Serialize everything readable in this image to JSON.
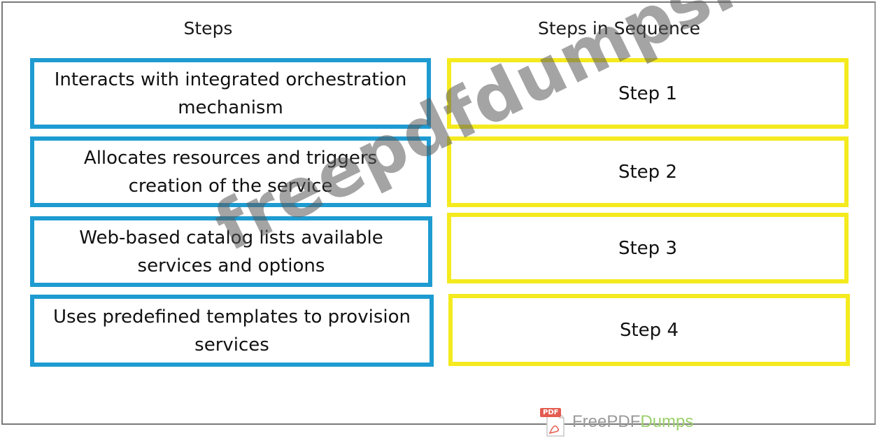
{
  "headings": {
    "steps": "Steps",
    "sequence": "Steps in Sequence"
  },
  "steps": [
    {
      "line1": "Interacts with integrated orchestration",
      "line2": "mechanism"
    },
    {
      "line1": "Allocates resources and triggers",
      "line2": "creation of the service"
    },
    {
      "line1": "Web-based catalog lists available",
      "line2": "services and options"
    },
    {
      "line1": "Uses predefined templates to provision",
      "line2": "services"
    }
  ],
  "sequence": [
    "Step 1",
    "Step 2",
    "Step 3",
    "Step 4"
  ],
  "watermark": "freepdfdumps.com",
  "logo": {
    "badge": "PDF",
    "part1": "Free",
    "part2": "PDF",
    "part3": "Dumps"
  },
  "colors": {
    "step_border": "#1e9bd1",
    "sequence_border": "#f4ea1e"
  }
}
